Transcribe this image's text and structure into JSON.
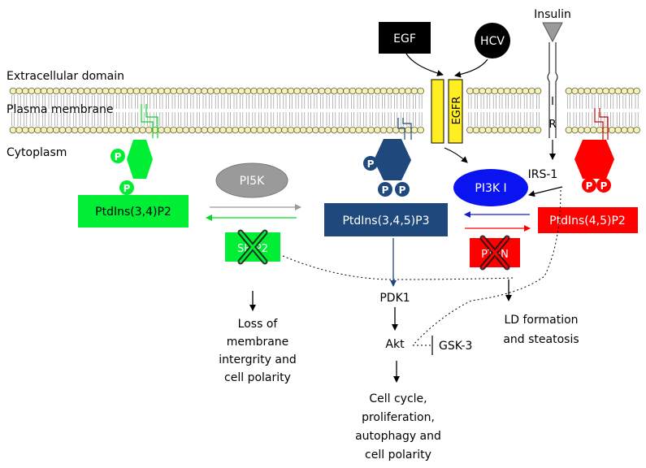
{
  "labels": {
    "extracellular": "Extracellular domain",
    "membrane": "Plasma membrane",
    "cytoplasm": "Cytoplasm"
  },
  "ligands": {
    "egf": "EGF",
    "hcv": "HCV",
    "insulin": "Insulin"
  },
  "receptors": {
    "egfr": "EGFR",
    "ir_i": "I",
    "ir_r": "R"
  },
  "phospho": "P",
  "nodes": {
    "pi5k": "PI5K",
    "pip2_34": "PtdIns(3,4)P2",
    "pip3": "PtdIns(3,4,5)P3",
    "pi3k": "PI3K I",
    "irs1": "IRS-1",
    "pip2_45": "PtdIns(4,5)P2",
    "ship2": "SHIP2",
    "pten": "PTEN",
    "pdk1": "PDK1",
    "akt": "Akt",
    "gsk3": "GSK-3"
  },
  "outcomes": {
    "loss": [
      "Loss of",
      "membrane",
      "intergrity and",
      "cell polarity"
    ],
    "ld": [
      "LD formation",
      "and steatosis"
    ],
    "cell": [
      "Cell cycle,",
      "proliferation,",
      "autophagy and",
      "cell polarity"
    ]
  },
  "colors": {
    "green": "#00ee33",
    "navy": "#1f497d",
    "red": "#ff0000",
    "pi3k_blue": "#0a14f0",
    "egfr_yellow": "#ffee22",
    "lipid_head": "#f7f2b0"
  }
}
